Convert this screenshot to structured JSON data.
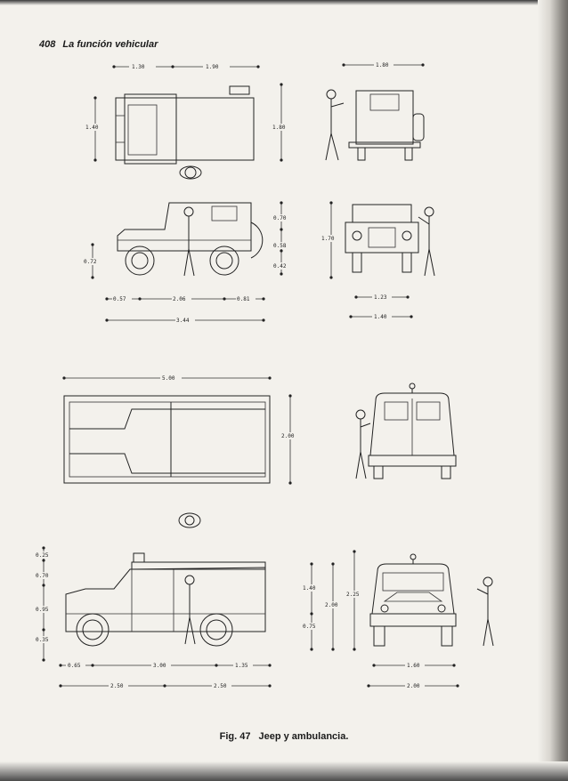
{
  "header": {
    "page_number": "408",
    "title": "La función vehicular"
  },
  "caption": {
    "label": "Fig. 47",
    "text": "Jeep y ambulancia."
  },
  "jeep": {
    "top": {
      "length_front": "1.30",
      "length_rear": "1.90",
      "width": "1.40"
    },
    "rear": {
      "width": "1.80"
    },
    "side": {
      "height_upper": "0.70",
      "height_mid": "0.58",
      "height_lower": "0.42",
      "overall_height_left": "0.72",
      "front_overhang": "0.57",
      "wheelbase": "2.06",
      "rear_overhang": "0.81",
      "overall_length": "3.44"
    },
    "front": {
      "overall_height": "1.70",
      "track": "1.23",
      "width": "1.40"
    }
  },
  "ambulance": {
    "top": {
      "length": "5.00",
      "width": "2.00"
    },
    "side": {
      "roof_light": "0.25",
      "upper_body": "0.70",
      "body": "0.95",
      "bottom": "0.35",
      "front_overhang": "0.65",
      "wheelbase": "3.00",
      "rear_overhang": "1.35",
      "half_front": "2.50",
      "half_rear": "2.50"
    },
    "front": {
      "upper_height": "1.40",
      "total_height": "2.00",
      "overall_height": "2.25",
      "lower_height": "0.75",
      "track": "1.60",
      "width": "2.00"
    }
  }
}
